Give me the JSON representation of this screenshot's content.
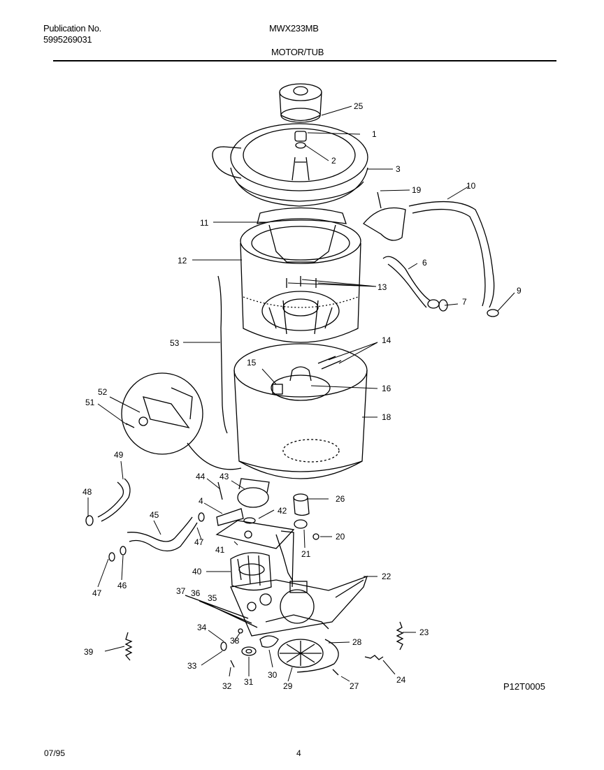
{
  "header": {
    "publication_label": "Publication No.",
    "publication_number": "5995269031",
    "model": "MWX233MB",
    "section_title": "MOTOR/TUB"
  },
  "footer": {
    "date": "07/95",
    "page": "4",
    "drawing_code": "P12T0005"
  },
  "callouts": [
    "25",
    "1",
    "2",
    "3",
    "19",
    "10",
    "11",
    "12",
    "6",
    "13",
    "9",
    "7",
    "53",
    "14",
    "15",
    "16",
    "52",
    "51",
    "18",
    "49",
    "44",
    "43",
    "48",
    "4",
    "42",
    "26",
    "45",
    "20",
    "47",
    "41",
    "21",
    "40",
    "22",
    "46",
    "47",
    "37",
    "36",
    "35",
    "34",
    "38",
    "23",
    "39",
    "33",
    "28",
    "31",
    "30",
    "29",
    "32",
    "27",
    "24"
  ]
}
